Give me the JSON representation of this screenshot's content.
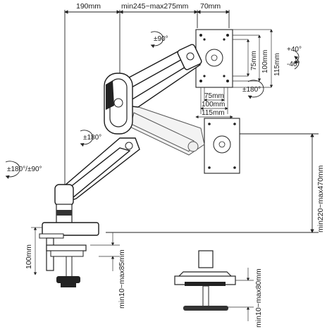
{
  "dimensions": {
    "top_left": "190mm",
    "top_mid": "min245~max275mm",
    "top_right": "70mm",
    "vesa_75_v": "75mm",
    "vesa_100_v": "100mm",
    "vesa_115_v": "115mm",
    "vesa_75_h": "75mm",
    "vesa_100_h": "100mm",
    "vesa_115_h": "115mm",
    "height_range": "min220~max470mm",
    "base_height": "100mm",
    "clamp_range": "min10~max85mm",
    "grommet_range": "min10~max80mm"
  },
  "rotations": {
    "upper_arm": "±90°",
    "elbow": "±180°",
    "base": "±180°/±90°",
    "screen_rotate": "±180°",
    "tilt_up": "+40°",
    "tilt_down": "-40°"
  }
}
